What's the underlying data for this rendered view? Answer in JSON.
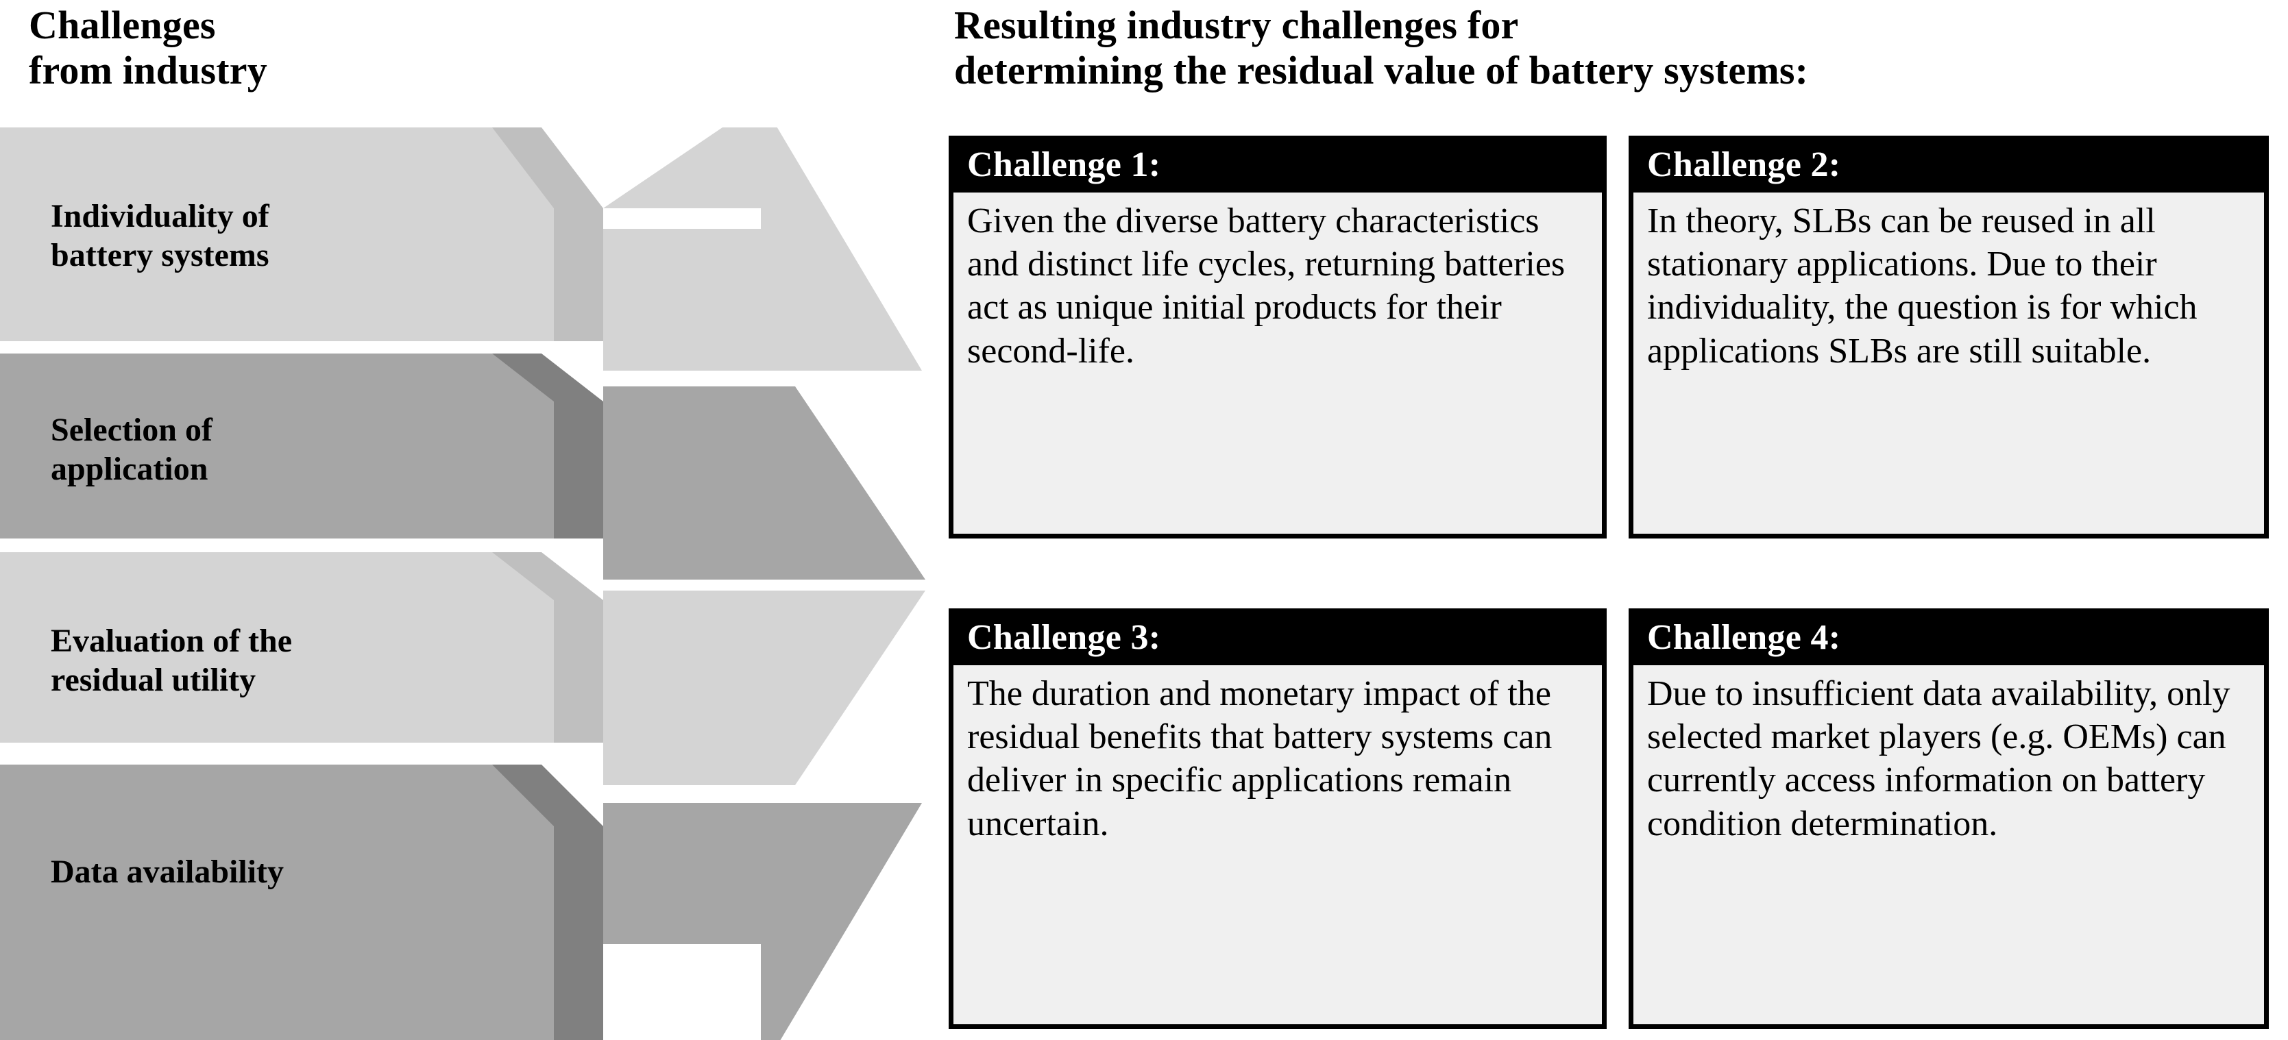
{
  "left_panel": {
    "heading": "Challenges\nfrom industry",
    "bands": [
      {
        "label": "Individuality of\nbattery systems",
        "fill": "#d4d4d4",
        "bevel": "#bfbfbf"
      },
      {
        "label": "Selection of\napplication",
        "fill": "#a6a6a6",
        "bevel": "#808080"
      },
      {
        "label": "Evaluation of the\nresidual utility",
        "fill": "#d4d4d4",
        "bevel": "#bfbfbf"
      },
      {
        "label": "Data availability",
        "fill": "#a6a6a6",
        "bevel": "#808080"
      }
    ]
  },
  "right_panel": {
    "heading": "Resulting industry challenges for\ndetermining the residual value of battery systems:",
    "cards": [
      {
        "title": "Challenge 1:",
        "body": "Given the diverse battery characteristics and distinct life cycles, returning batteries act as unique initial products for their second-life."
      },
      {
        "title": "Challenge 2:",
        "body": "In theory, SLBs can be reused in all stationary applications. Due to their individuality, the question is for which applications SLBs are still suitable."
      },
      {
        "title": "Challenge 3:",
        "body": "The duration and monetary impact of the residual benefits that battery systems can deliver in specific applications remain uncertain."
      },
      {
        "title": "Challenge 4:",
        "body": "Due to insufficient data availability, only selected market players (e.g. OEMs) can currently access information on battery condition determination."
      }
    ]
  },
  "colors": {
    "light_band": "#d4d4d4",
    "light_bevel": "#bfbfbf",
    "dark_band": "#a6a6a6",
    "dark_bevel": "#808080",
    "card_header_bg": "#000000",
    "card_body_bg": "#f0f0f0",
    "text": "#000000",
    "header_text": "#ffffff",
    "page_bg": "#ffffff"
  }
}
